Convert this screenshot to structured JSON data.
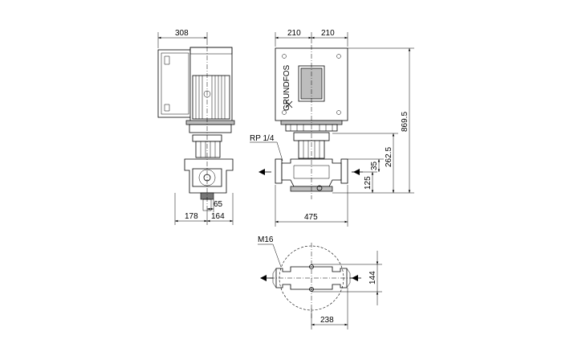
{
  "side_view": {
    "width_top": "308",
    "width_left": "178",
    "width_right": "164",
    "offset": "65"
  },
  "front_view": {
    "half_width_left": "210",
    "half_width_right": "210",
    "connection_label": "RP 1/4",
    "total_height": "869.5",
    "height_262": "262.5",
    "height_35": "35",
    "height_125": "125",
    "base_width": "475",
    "logo_text": "GRUNDFOS"
  },
  "top_view": {
    "bolt_label": "M16",
    "width": "238",
    "depth": "144"
  }
}
